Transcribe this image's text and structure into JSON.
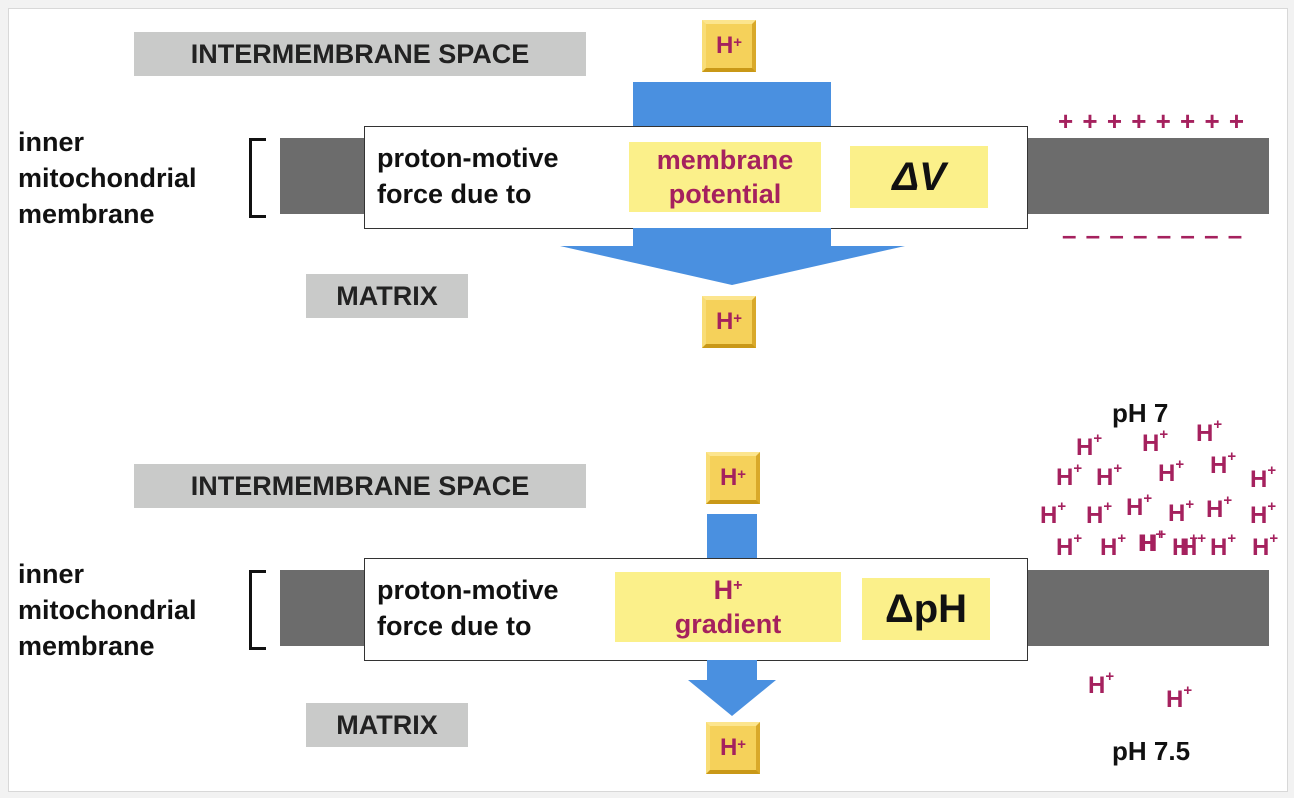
{
  "top": {
    "intermembrane_label": "INTERMEMBRANE SPACE",
    "matrix_label": "MATRIX",
    "membrane_label": [
      "inner",
      "mitochondrial",
      "membrane"
    ],
    "pmf_text": [
      "proton-motive",
      "force due to"
    ],
    "cause": [
      "membrane",
      "potential"
    ],
    "symbol": "ΔV",
    "proton_top": "H",
    "proton_bottom": "H",
    "plus_charges": "+ + + + + + + +",
    "minus_charges": "– – – – – – – –"
  },
  "bottom": {
    "intermembrane_label": "INTERMEMBRANE SPACE",
    "matrix_label": "MATRIX",
    "membrane_label": [
      "inner",
      "mitochondrial",
      "membrane"
    ],
    "pmf_text": [
      "proton-motive",
      "force due to"
    ],
    "cause": [
      "H",
      "gradient"
    ],
    "symbol": "ΔpH",
    "proton_top": "H",
    "proton_bottom": "H",
    "ph_high": "pH 7",
    "ph_low": "pH 7.5",
    "cluster_proton": "H",
    "cluster_count": 22,
    "matrix_proton_count": 2
  },
  "colors": {
    "arrow_blue": "#4a90e0",
    "membrane_gray": "#6c6c6c",
    "highlight_yellow": "#fbf08a",
    "proton_magenta": "#a5215e",
    "tile_gold": "#f5d15a"
  }
}
